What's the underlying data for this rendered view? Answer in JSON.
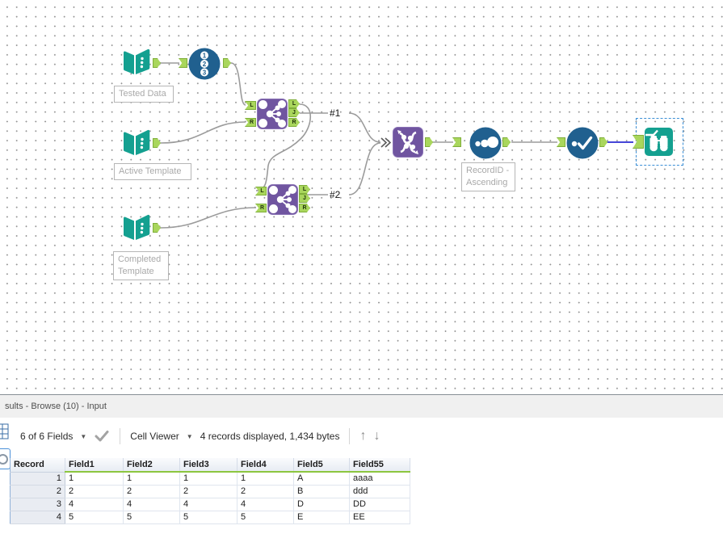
{
  "workflow": {
    "labels": {
      "tested": "Tested Data",
      "active": "Active Template",
      "completed_l1": "Completed",
      "completed_l2": "Template",
      "sort_l1": "RecordID -",
      "sort_l2": "Ascending",
      "join1_annotation": "#1",
      "join2_annotation": "#2"
    },
    "record_id_digits": [
      "1",
      "2",
      "3"
    ],
    "anchor_letters": {
      "left": "L",
      "join": "J",
      "right": "R"
    },
    "tools": [
      "input-data-tested",
      "record-id",
      "join-1",
      "input-data-active",
      "join-2",
      "input-data-completed",
      "union",
      "sort",
      "select",
      "browse"
    ]
  },
  "results": {
    "title": "sults - Browse (10) - Input",
    "toolbar": {
      "fields_summary": "6 of 6 Fields",
      "cell_viewer_label": "Cell Viewer",
      "records_info": "4 records displayed, 1,434 bytes"
    },
    "table": {
      "columns": [
        "Record",
        "Field1",
        "Field2",
        "Field3",
        "Field4",
        "Field5",
        "Field55"
      ],
      "rows": [
        [
          "1",
          "1",
          "1",
          "1",
          "1",
          "A",
          "aaaa"
        ],
        [
          "2",
          "2",
          "2",
          "2",
          "2",
          "B",
          "ddd"
        ],
        [
          "3",
          "4",
          "4",
          "4",
          "4",
          "D",
          "DD"
        ],
        [
          "4",
          "5",
          "5",
          "5",
          "5",
          "E",
          "EE"
        ]
      ]
    }
  },
  "colors": {
    "teal": "#14A090",
    "purple": "#7055A0",
    "tool_blue": "#20608F",
    "anchor_green": "#A9D65C",
    "wire_gray": "#9B9B9B",
    "wire_selected": "#4646D8",
    "selection_border": "#3B8FD6",
    "header_underline_green": "#8CC63F"
  }
}
